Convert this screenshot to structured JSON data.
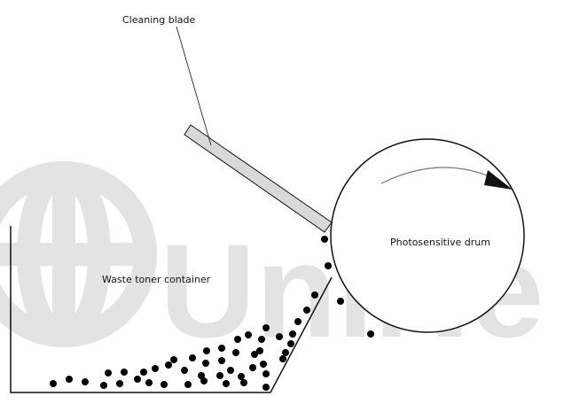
{
  "labels": {
    "cleaning_blade": "Cleaning blade",
    "drum": "Photosensitive drum",
    "container": "Waste toner container"
  },
  "watermark": {
    "text": "UniNe",
    "color": "#e3e3e3"
  },
  "colors": {
    "line": "#111111",
    "blade_fill": "#d9d9d9",
    "toner": "#000000"
  },
  "drum_rotation": "clockwise"
}
